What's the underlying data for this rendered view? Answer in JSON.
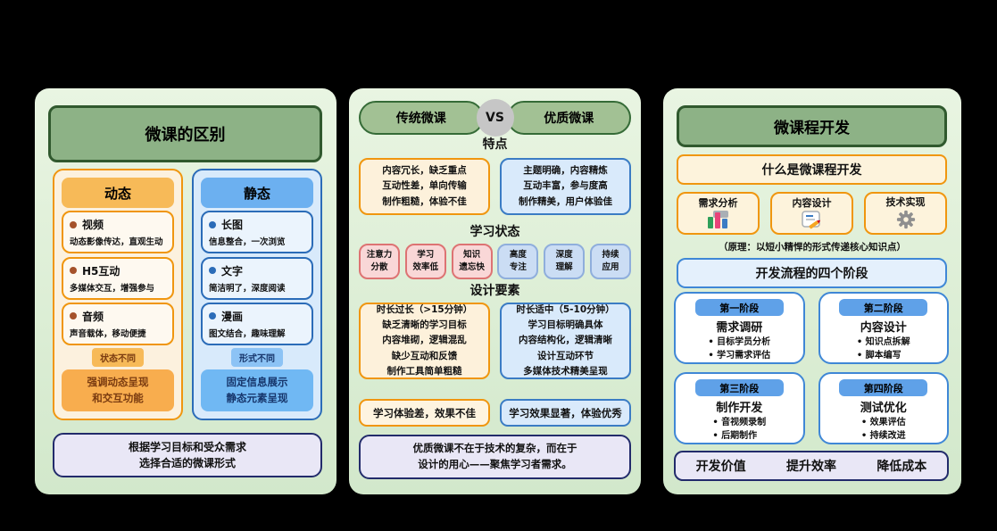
{
  "colors": {
    "canvas_bg": "#000000",
    "panel_bg": "#DDEFD6",
    "header_green": "#8DB286",
    "header_green_border": "#30592E",
    "orange_accent": "#F0960F",
    "orange_pill": "#F7BA58",
    "blue_accent": "#2B6CB8",
    "blue_pill": "#6CB0F0",
    "stage_blue": "#5FA1E8",
    "pink_pill": "#F9D7D7",
    "pink_border": "#DD7373",
    "lavender": "#E9E7F6",
    "navy_border": "#222B6B",
    "vs_circle_gray": "#C6C6C6"
  },
  "left_panel": {
    "title": "微课的区别",
    "dynamic": {
      "header": "动态",
      "items": [
        {
          "title": "视频",
          "desc": "动态影像传达，直观生动"
        },
        {
          "title": "H5互动",
          "desc": "多媒体交互，增强参与"
        },
        {
          "title": "音频",
          "desc": "声音载体，移动便捷"
        }
      ],
      "badge": "状态不同",
      "summary": "强调动态呈现\n和交互功能"
    },
    "static_col": {
      "header": "静态",
      "items": [
        {
          "title": "长图",
          "desc": "信息整合，一次浏览"
        },
        {
          "title": "文字",
          "desc": "简洁明了，深度阅读"
        },
        {
          "title": "漫画",
          "desc": "图文结合，趣味理解"
        }
      ],
      "badge": "形式不同",
      "summary": "固定信息展示\n静态元素呈现"
    },
    "footer": "根据学习目标和受众需求\n选择合适的微课形式"
  },
  "middle_panel": {
    "traditional_header": "传统微课",
    "vs_label": "VS",
    "quality_header": "优质微课",
    "features_title": "特点",
    "traditional_features": "内容冗长，缺乏重点\n互动性差，单向传输\n制作粗糙，体验不佳",
    "quality_features": "主题明确，内容精炼\n互动丰富，参与度高\n制作精美，用户体验佳",
    "state_title": "学习状态",
    "bad_states": [
      "注意力\n分散",
      "学习\n效率低",
      "知识\n遗忘快"
    ],
    "good_states": [
      "高度\n专注",
      "深度\n理解",
      "持续\n应用"
    ],
    "design_title": "设计要素",
    "traditional_design": "时长过长（>15分钟）\n缺乏清晰的学习目标\n内容堆砌，逻辑混乱\n缺少互动和反馈\n制作工具简单粗糙",
    "quality_design": "时长适中（5-10分钟）\n学习目标明确具体\n内容结构化，逻辑清晰\n设计互动环节\n多媒体技术精美呈现",
    "traditional_result": "学习体验差，效果不佳",
    "quality_result": "学习效果显著，体验优秀",
    "footer": "优质微课不在于技术的复杂，而在于\n设计的用心——聚焦学习者需求。"
  },
  "right_panel": {
    "title": "微课程开发",
    "what_header": "什么是微课程开发",
    "aspects": [
      {
        "label": "需求分析",
        "icon": "bar-chart-icon"
      },
      {
        "label": "内容设计",
        "icon": "document-pencil-icon"
      },
      {
        "label": "技术实现",
        "icon": "gear-icon"
      }
    ],
    "principle": "（原理：以短小精悍的形式传递核心知识点）",
    "process_header": "开发流程的四个阶段",
    "stages": [
      {
        "badge": "第一阶段",
        "title": "需求调研",
        "bullets": [
          "• 目标学员分析",
          "• 学习需求评估"
        ]
      },
      {
        "badge": "第二阶段",
        "title": "内容设计",
        "bullets": [
          "• 知识点拆解",
          "• 脚本编写"
        ]
      },
      {
        "badge": "第三阶段",
        "title": "制作开发",
        "bullets": [
          "• 音视频录制",
          "• 后期制作"
        ]
      },
      {
        "badge": "第四阶段",
        "title": "测试优化",
        "bullets": [
          "• 效果评估",
          "• 持续改进"
        ]
      }
    ],
    "footer_values": [
      "开发价值",
      "提升效率",
      "降低成本"
    ]
  }
}
